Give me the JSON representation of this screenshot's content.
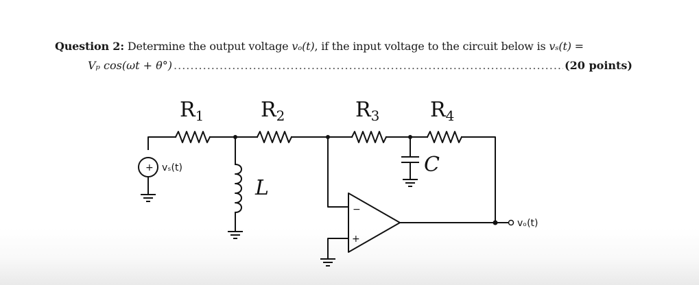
{
  "question": {
    "label": "Question 2:",
    "text_before_vo": "Determine the output voltage ",
    "vo_symbol": "vₒ(t)",
    "text_middle": ", if the input voltage to the circuit below is ",
    "vs_symbol": "vₛ(t) =",
    "line2_expression": "Vₚ cos(ωt + θ°)",
    "dots": "........................................................................................................................................................................................................",
    "points": "(20 points)"
  },
  "circuit": {
    "r1": {
      "main": "R",
      "sub": "1"
    },
    "r2": {
      "main": "R",
      "sub": "2"
    },
    "r3": {
      "main": "R",
      "sub": "3"
    },
    "r4": {
      "main": "R",
      "sub": "4"
    },
    "inductor": "L",
    "capacitor": "C",
    "source_label": "vₛ(t)",
    "output_label": "vₒ(t)",
    "source_plus": "+",
    "opamp_minus": "−",
    "opamp_plus": "+"
  }
}
